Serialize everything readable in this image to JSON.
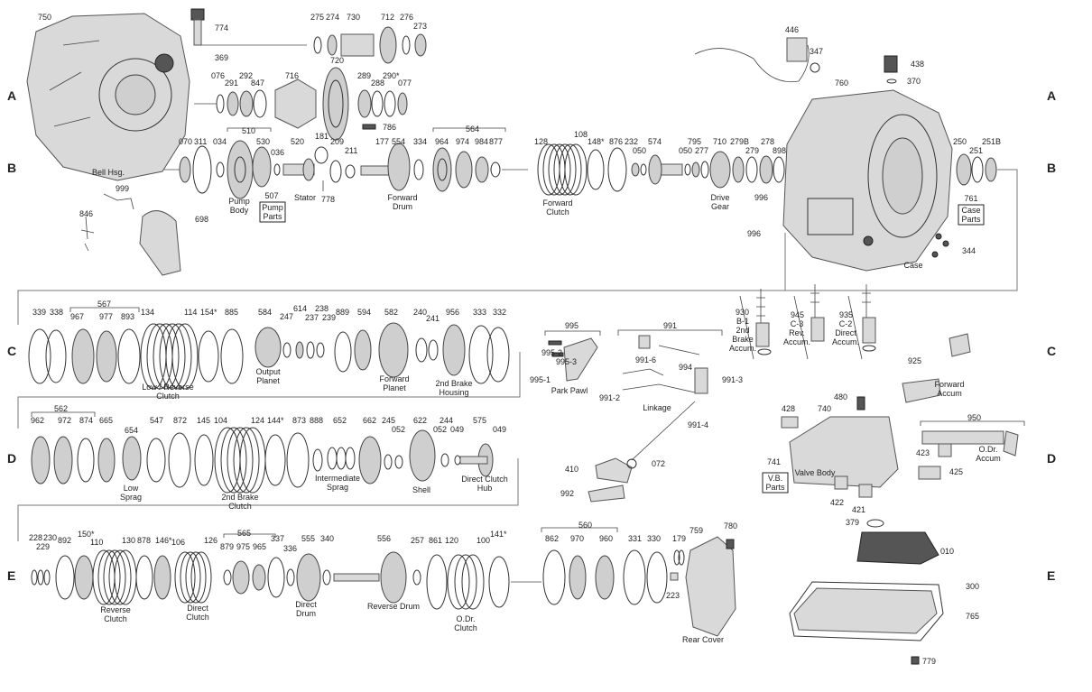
{
  "rows": [
    "A",
    "B",
    "C",
    "D",
    "E"
  ],
  "callouts": [
    {
      "id": "c750",
      "text": "750"
    },
    {
      "id": "c774",
      "text": "774"
    },
    {
      "id": "c369",
      "text": "369"
    },
    {
      "id": "c275",
      "text": "275"
    },
    {
      "id": "c274",
      "text": "274"
    },
    {
      "id": "c730",
      "text": "730"
    },
    {
      "id": "c712",
      "text": "712"
    },
    {
      "id": "c276",
      "text": "276"
    },
    {
      "id": "c273",
      "text": "273"
    },
    {
      "id": "c076",
      "text": "076"
    },
    {
      "id": "c291",
      "text": "291"
    },
    {
      "id": "c292",
      "text": "292"
    },
    {
      "id": "c847",
      "text": "847"
    },
    {
      "id": "c716",
      "text": "716"
    },
    {
      "id": "c720",
      "text": "720"
    },
    {
      "id": "c289",
      "text": "289"
    },
    {
      "id": "c288",
      "text": "288"
    },
    {
      "id": "c290",
      "text": "290*"
    },
    {
      "id": "c077",
      "text": "077"
    },
    {
      "id": "c786",
      "text": "786"
    },
    {
      "id": "c446",
      "text": "446"
    },
    {
      "id": "c347",
      "text": "347"
    },
    {
      "id": "c438",
      "text": "438"
    },
    {
      "id": "c370",
      "text": "370"
    },
    {
      "id": "c760",
      "text": "760"
    },
    {
      "id": "c070",
      "text": "070"
    },
    {
      "id": "c311",
      "text": "311"
    },
    {
      "id": "c034",
      "text": "034"
    },
    {
      "id": "c510",
      "text": "510"
    },
    {
      "id": "c530",
      "text": "530"
    },
    {
      "id": "c036",
      "text": "036"
    },
    {
      "id": "c520",
      "text": "520"
    },
    {
      "id": "c181",
      "text": "181"
    },
    {
      "id": "c209",
      "text": "209"
    },
    {
      "id": "c211",
      "text": "211"
    },
    {
      "id": "c177",
      "text": "177"
    },
    {
      "id": "c554",
      "text": "554"
    },
    {
      "id": "c334",
      "text": "334"
    },
    {
      "id": "c564",
      "text": "564"
    },
    {
      "id": "c964",
      "text": "964"
    },
    {
      "id": "c974",
      "text": "974"
    },
    {
      "id": "c984",
      "text": "984"
    },
    {
      "id": "c877",
      "text": "877"
    },
    {
      "id": "c128",
      "text": "128"
    },
    {
      "id": "c108",
      "text": "108"
    },
    {
      "id": "c148",
      "text": "148*"
    },
    {
      "id": "c876",
      "text": "876"
    },
    {
      "id": "c232",
      "text": "232"
    },
    {
      "id": "c050",
      "text": "050"
    },
    {
      "id": "c574",
      "text": "574"
    },
    {
      "id": "c795",
      "text": "795"
    },
    {
      "id": "c050b",
      "text": "050"
    },
    {
      "id": "c277",
      "text": "277"
    },
    {
      "id": "c710",
      "text": "710"
    },
    {
      "id": "c279b",
      "text": "279B"
    },
    {
      "id": "c279",
      "text": "279"
    },
    {
      "id": "c278",
      "text": "278"
    },
    {
      "id": "c898",
      "text": "898"
    },
    {
      "id": "c250",
      "text": "250"
    },
    {
      "id": "c251",
      "text": "251"
    },
    {
      "id": "c251b",
      "text": "251B"
    },
    {
      "id": "c778",
      "text": "778"
    },
    {
      "id": "c999",
      "text": "999"
    },
    {
      "id": "c846",
      "text": "846"
    },
    {
      "id": "c698",
      "text": "698"
    },
    {
      "id": "c996a",
      "text": "996"
    },
    {
      "id": "c996b",
      "text": "996"
    },
    {
      "id": "c344",
      "text": "344"
    },
    {
      "id": "c339",
      "text": "339"
    },
    {
      "id": "c338",
      "text": "338"
    },
    {
      "id": "c567",
      "text": "567"
    },
    {
      "id": "c967",
      "text": "967"
    },
    {
      "id": "c977",
      "text": "977"
    },
    {
      "id": "c893",
      "text": "893"
    },
    {
      "id": "c134",
      "text": "134"
    },
    {
      "id": "c114",
      "text": "114"
    },
    {
      "id": "c154",
      "text": "154*"
    },
    {
      "id": "c885",
      "text": "885"
    },
    {
      "id": "c584",
      "text": "584"
    },
    {
      "id": "c247",
      "text": "247"
    },
    {
      "id": "c614",
      "text": "614"
    },
    {
      "id": "c237",
      "text": "237"
    },
    {
      "id": "c238",
      "text": "238"
    },
    {
      "id": "c239",
      "text": "239"
    },
    {
      "id": "c889",
      "text": "889"
    },
    {
      "id": "c594",
      "text": "594"
    },
    {
      "id": "c582",
      "text": "582"
    },
    {
      "id": "c240",
      "text": "240"
    },
    {
      "id": "c241",
      "text": "241"
    },
    {
      "id": "c956",
      "text": "956"
    },
    {
      "id": "c333",
      "text": "333"
    },
    {
      "id": "c332",
      "text": "332"
    },
    {
      "id": "c995",
      "text": "995"
    },
    {
      "id": "c995_2",
      "text": "995-2"
    },
    {
      "id": "c995_3",
      "text": "995-3"
    },
    {
      "id": "c995_1",
      "text": "995-1"
    },
    {
      "id": "c991",
      "text": "991"
    },
    {
      "id": "c991_6",
      "text": "991-6"
    },
    {
      "id": "c994",
      "text": "994"
    },
    {
      "id": "c991_3",
      "text": "991-3"
    },
    {
      "id": "c991_2",
      "text": "991-2"
    },
    {
      "id": "c991_4",
      "text": "991-4"
    },
    {
      "id": "c410",
      "text": "410"
    },
    {
      "id": "c072",
      "text": "072"
    },
    {
      "id": "c992",
      "text": "992"
    },
    {
      "id": "c930",
      "text": "930"
    },
    {
      "id": "c945",
      "text": "945"
    },
    {
      "id": "c935",
      "text": "935"
    },
    {
      "id": "c925",
      "text": "925"
    },
    {
      "id": "c480",
      "text": "480"
    },
    {
      "id": "c428",
      "text": "428"
    },
    {
      "id": "c740",
      "text": "740"
    },
    {
      "id": "c950",
      "text": "950"
    },
    {
      "id": "c423",
      "text": "423"
    },
    {
      "id": "c425",
      "text": "425"
    },
    {
      "id": "c741",
      "text": "741"
    },
    {
      "id": "c422",
      "text": "422"
    },
    {
      "id": "c421",
      "text": "421"
    },
    {
      "id": "c379",
      "text": "379"
    },
    {
      "id": "c010",
      "text": "010"
    },
    {
      "id": "c300",
      "text": "300"
    },
    {
      "id": "c765",
      "text": "765"
    },
    {
      "id": "c779",
      "text": "779"
    },
    {
      "id": "c562",
      "text": "562"
    },
    {
      "id": "c962",
      "text": "962"
    },
    {
      "id": "c972",
      "text": "972"
    },
    {
      "id": "c874",
      "text": "874"
    },
    {
      "id": "c665",
      "text": "665"
    },
    {
      "id": "c654",
      "text": "654"
    },
    {
      "id": "c547",
      "text": "547"
    },
    {
      "id": "c872",
      "text": "872"
    },
    {
      "id": "c145",
      "text": "145"
    },
    {
      "id": "c104",
      "text": "104"
    },
    {
      "id": "c124",
      "text": "124"
    },
    {
      "id": "c144",
      "text": "144*"
    },
    {
      "id": "c873",
      "text": "873"
    },
    {
      "id": "c888",
      "text": "888"
    },
    {
      "id": "c652",
      "text": "652"
    },
    {
      "id": "c662",
      "text": "662"
    },
    {
      "id": "c245",
      "text": "245"
    },
    {
      "id": "c052",
      "text": "052"
    },
    {
      "id": "c622",
      "text": "622"
    },
    {
      "id": "c244",
      "text": "244"
    },
    {
      "id": "c052b",
      "text": "052"
    },
    {
      "id": "c049",
      "text": "049"
    },
    {
      "id": "c575",
      "text": "575"
    },
    {
      "id": "c049b",
      "text": "049"
    },
    {
      "id": "c228",
      "text": "228"
    },
    {
      "id": "c230",
      "text": "230"
    },
    {
      "id": "c229",
      "text": "229"
    },
    {
      "id": "c892",
      "text": "892"
    },
    {
      "id": "c150",
      "text": "150*"
    },
    {
      "id": "c110",
      "text": "110"
    },
    {
      "id": "c130",
      "text": "130"
    },
    {
      "id": "c878",
      "text": "878"
    },
    {
      "id": "c146",
      "text": "146*"
    },
    {
      "id": "c106",
      "text": "106"
    },
    {
      "id": "c126",
      "text": "126"
    },
    {
      "id": "c565",
      "text": "565"
    },
    {
      "id": "c879",
      "text": "879"
    },
    {
      "id": "c975",
      "text": "975"
    },
    {
      "id": "c965",
      "text": "965"
    },
    {
      "id": "c337",
      "text": "337"
    },
    {
      "id": "c336",
      "text": "336"
    },
    {
      "id": "c555",
      "text": "555"
    },
    {
      "id": "c340",
      "text": "340"
    },
    {
      "id": "c556",
      "text": "556"
    },
    {
      "id": "c257",
      "text": "257"
    },
    {
      "id": "c861",
      "text": "861"
    },
    {
      "id": "c120",
      "text": "120"
    },
    {
      "id": "c100",
      "text": "100"
    },
    {
      "id": "c141",
      "text": "141*"
    },
    {
      "id": "c560",
      "text": "560"
    },
    {
      "id": "c862",
      "text": "862"
    },
    {
      "id": "c970",
      "text": "970"
    },
    {
      "id": "c960",
      "text": "960"
    },
    {
      "id": "c331",
      "text": "331"
    },
    {
      "id": "c330",
      "text": "330"
    },
    {
      "id": "c179",
      "text": "179"
    },
    {
      "id": "c759",
      "text": "759"
    },
    {
      "id": "c780",
      "text": "780"
    },
    {
      "id": "c223",
      "text": "223"
    }
  ],
  "labels": {
    "bell_hsg": "Bell Hsg.",
    "pump_body": [
      "Pump",
      "Body"
    ],
    "pump_parts": [
      "Pump",
      "Parts"
    ],
    "pump_parts_num": "507",
    "stator": "Stator",
    "forward_drum": [
      "Forward",
      "Drum"
    ],
    "forward_clutch": [
      "Forward",
      "Clutch"
    ],
    "drive_gear": [
      "Drive",
      "Gear"
    ],
    "case": "Case",
    "case_parts": [
      "Case",
      "Parts"
    ],
    "case_parts_num": "761",
    "low_reverse_clutch": [
      "Low / Reverse",
      "Clutch"
    ],
    "output_planet": [
      "Output",
      "Planet"
    ],
    "forward_planet": [
      "Forward",
      "Planet"
    ],
    "second_brake_housing": [
      "2nd Brake",
      "Housing"
    ],
    "park_pawl": "Park Pawl",
    "linkage": "Linkage",
    "accum_b1": [
      "B-1",
      "2nd",
      "Brake",
      "Accum."
    ],
    "accum_c3": [
      "C-3",
      "Rev.",
      "Accum."
    ],
    "accum_c2": [
      "C-2",
      "Direct",
      "Accum."
    ],
    "forward_accum": [
      "Forward",
      "Accum"
    ],
    "valve_body": "Valve Body",
    "vb_parts": [
      "V.B.",
      "Parts"
    ],
    "odr_accum": [
      "O.Dr.",
      "Accum"
    ],
    "low_sprag": [
      "Low",
      "Sprag"
    ],
    "second_brake_clutch": [
      "2nd Brake",
      "Clutch"
    ],
    "intermediate_sprag": [
      "Intermediate",
      "Sprag"
    ],
    "shell": "Shell",
    "direct_clutch_hub": [
      "Direct Clutch",
      "Hub"
    ],
    "reverse_clutch": [
      "Reverse",
      "Clutch"
    ],
    "direct_clutch": [
      "Direct",
      "Clutch"
    ],
    "direct_drum": [
      "Direct",
      "Drum"
    ],
    "reverse_drum": "Reverse Drum",
    "odr_clutch": [
      "O.Dr.",
      "Clutch"
    ],
    "rear_cover": "Rear Cover"
  }
}
